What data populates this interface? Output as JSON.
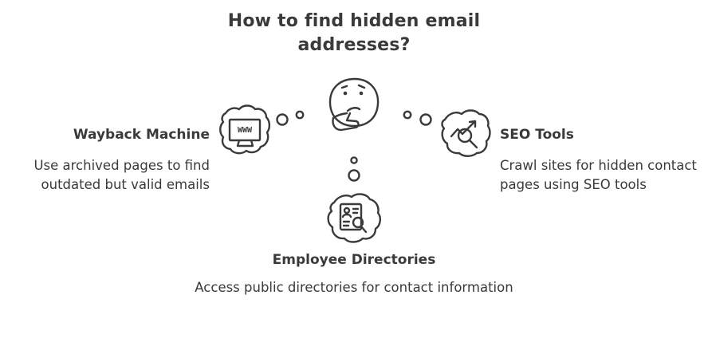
{
  "title": "How to find hidden email addresses?",
  "branches": {
    "wayback": {
      "heading": "Wayback Machine",
      "description": "Use archived pages to find outdated but valid emails",
      "icon": "www-monitor-icon",
      "icon_text": "WWW"
    },
    "seo": {
      "heading": "SEO Tools",
      "description": "Crawl sites for hidden contact pages using SEO tools",
      "icon": "seo-analytics-icon"
    },
    "employee": {
      "heading": "Employee Directories",
      "description": "Access public directories for contact information",
      "icon": "directory-search-icon"
    }
  },
  "center_icon": "thinking-face-icon",
  "colors": {
    "ink": "#3a3a3a",
    "background": "#ffffff"
  }
}
